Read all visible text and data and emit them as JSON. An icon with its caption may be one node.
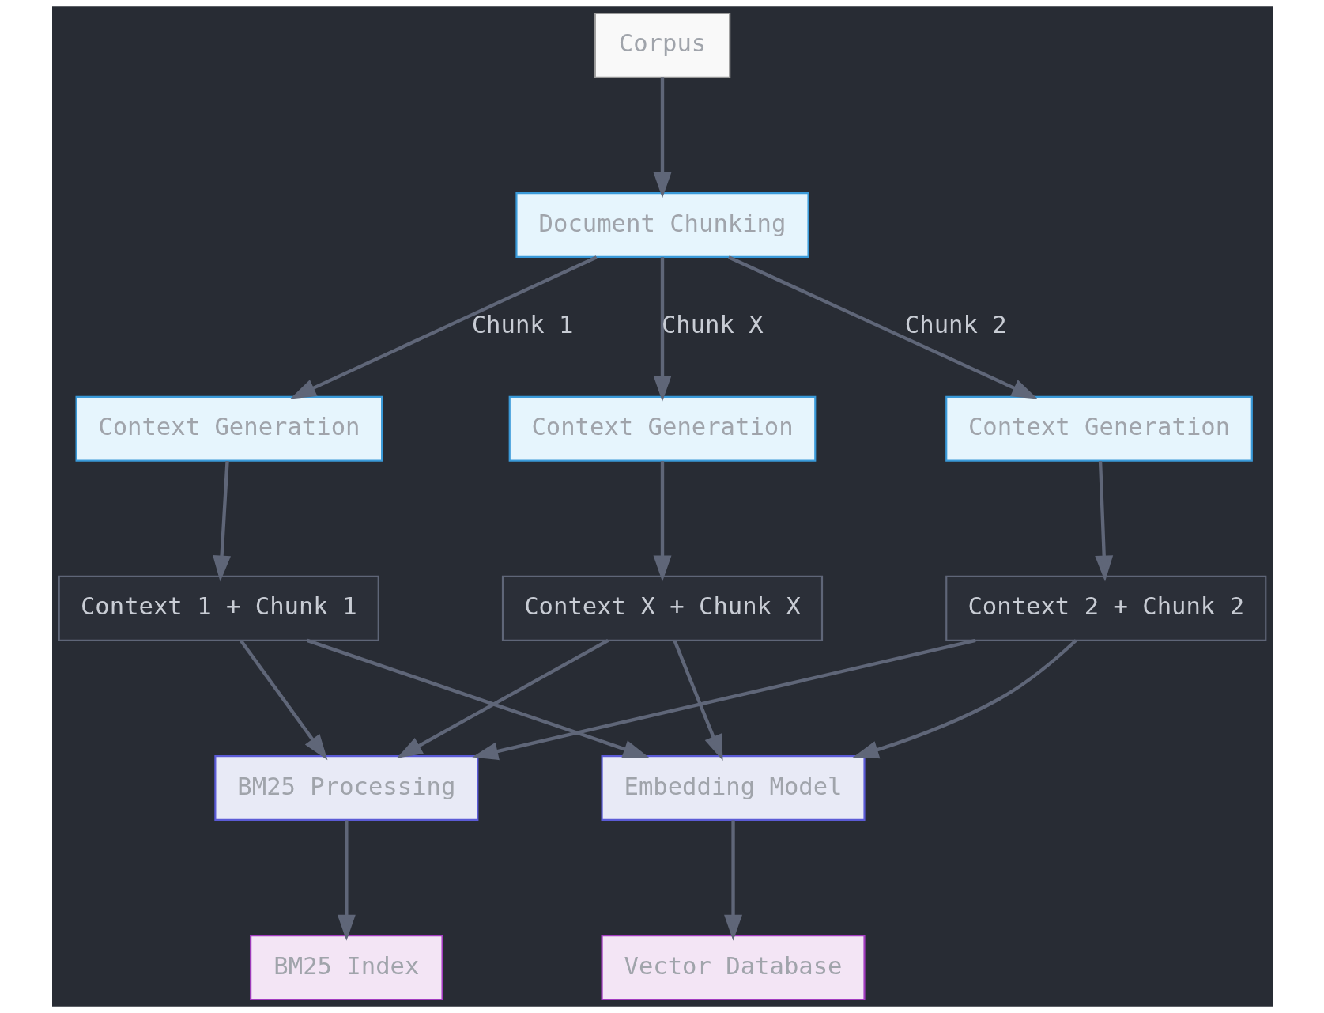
{
  "diagram": {
    "nodes": [
      {
        "text": [
          "Corpus"
        ]
      },
      {
        "text": [
          "Document Chunking"
        ]
      },
      {
        "text": [
          "Context Generation"
        ]
      },
      {
        "text": [
          "Context Generation"
        ]
      },
      {
        "text": [
          "Context Generation"
        ]
      },
      {
        "text": [
          "Context 1 + Chunk 1"
        ]
      },
      {
        "text": [
          "Context 2 + Chunk 2"
        ]
      },
      {
        "text": [
          "Context X + Chunk X"
        ]
      },
      {
        "text": [
          "Embedding Model"
        ]
      },
      {
        "text": [
          "BM25 Processing"
        ]
      },
      {
        "text": [
          "Vector Database"
        ]
      },
      {
        "text": [
          "BM25 Index"
        ]
      }
    ],
    "edges": [
      {
        "from": 0,
        "to": 1,
        "arrow": "to"
      },
      {
        "from": 1,
        "to": 2,
        "label": "Chunk 1",
        "arrow": "to"
      },
      {
        "from": 1,
        "to": 3,
        "label": "Chunk 2",
        "arrow": "to"
      },
      {
        "from": 1,
        "to": 4,
        "label": "Chunk X",
        "arrow": "to"
      },
      {
        "from": 2,
        "to": 5,
        "arrow": "to"
      },
      {
        "from": 3,
        "to": 6,
        "arrow": "to"
      },
      {
        "from": 4,
        "to": 7,
        "arrow": "to"
      },
      {
        "from": 5,
        "to": 8,
        "arrow": "to"
      },
      {
        "from": 5,
        "to": 9,
        "arrow": "to"
      },
      {
        "from": 6,
        "to": 8,
        "arrow": "to"
      },
      {
        "from": 6,
        "to": 9,
        "arrow": "to"
      },
      {
        "from": 7,
        "to": 8,
        "arrow": "to"
      },
      {
        "from": 7,
        "to": 9,
        "arrow": "to"
      },
      {
        "from": 8,
        "to": 10,
        "arrow": "to"
      },
      {
        "from": 9,
        "to": 11,
        "arrow": "to"
      }
    ]
  }
}
